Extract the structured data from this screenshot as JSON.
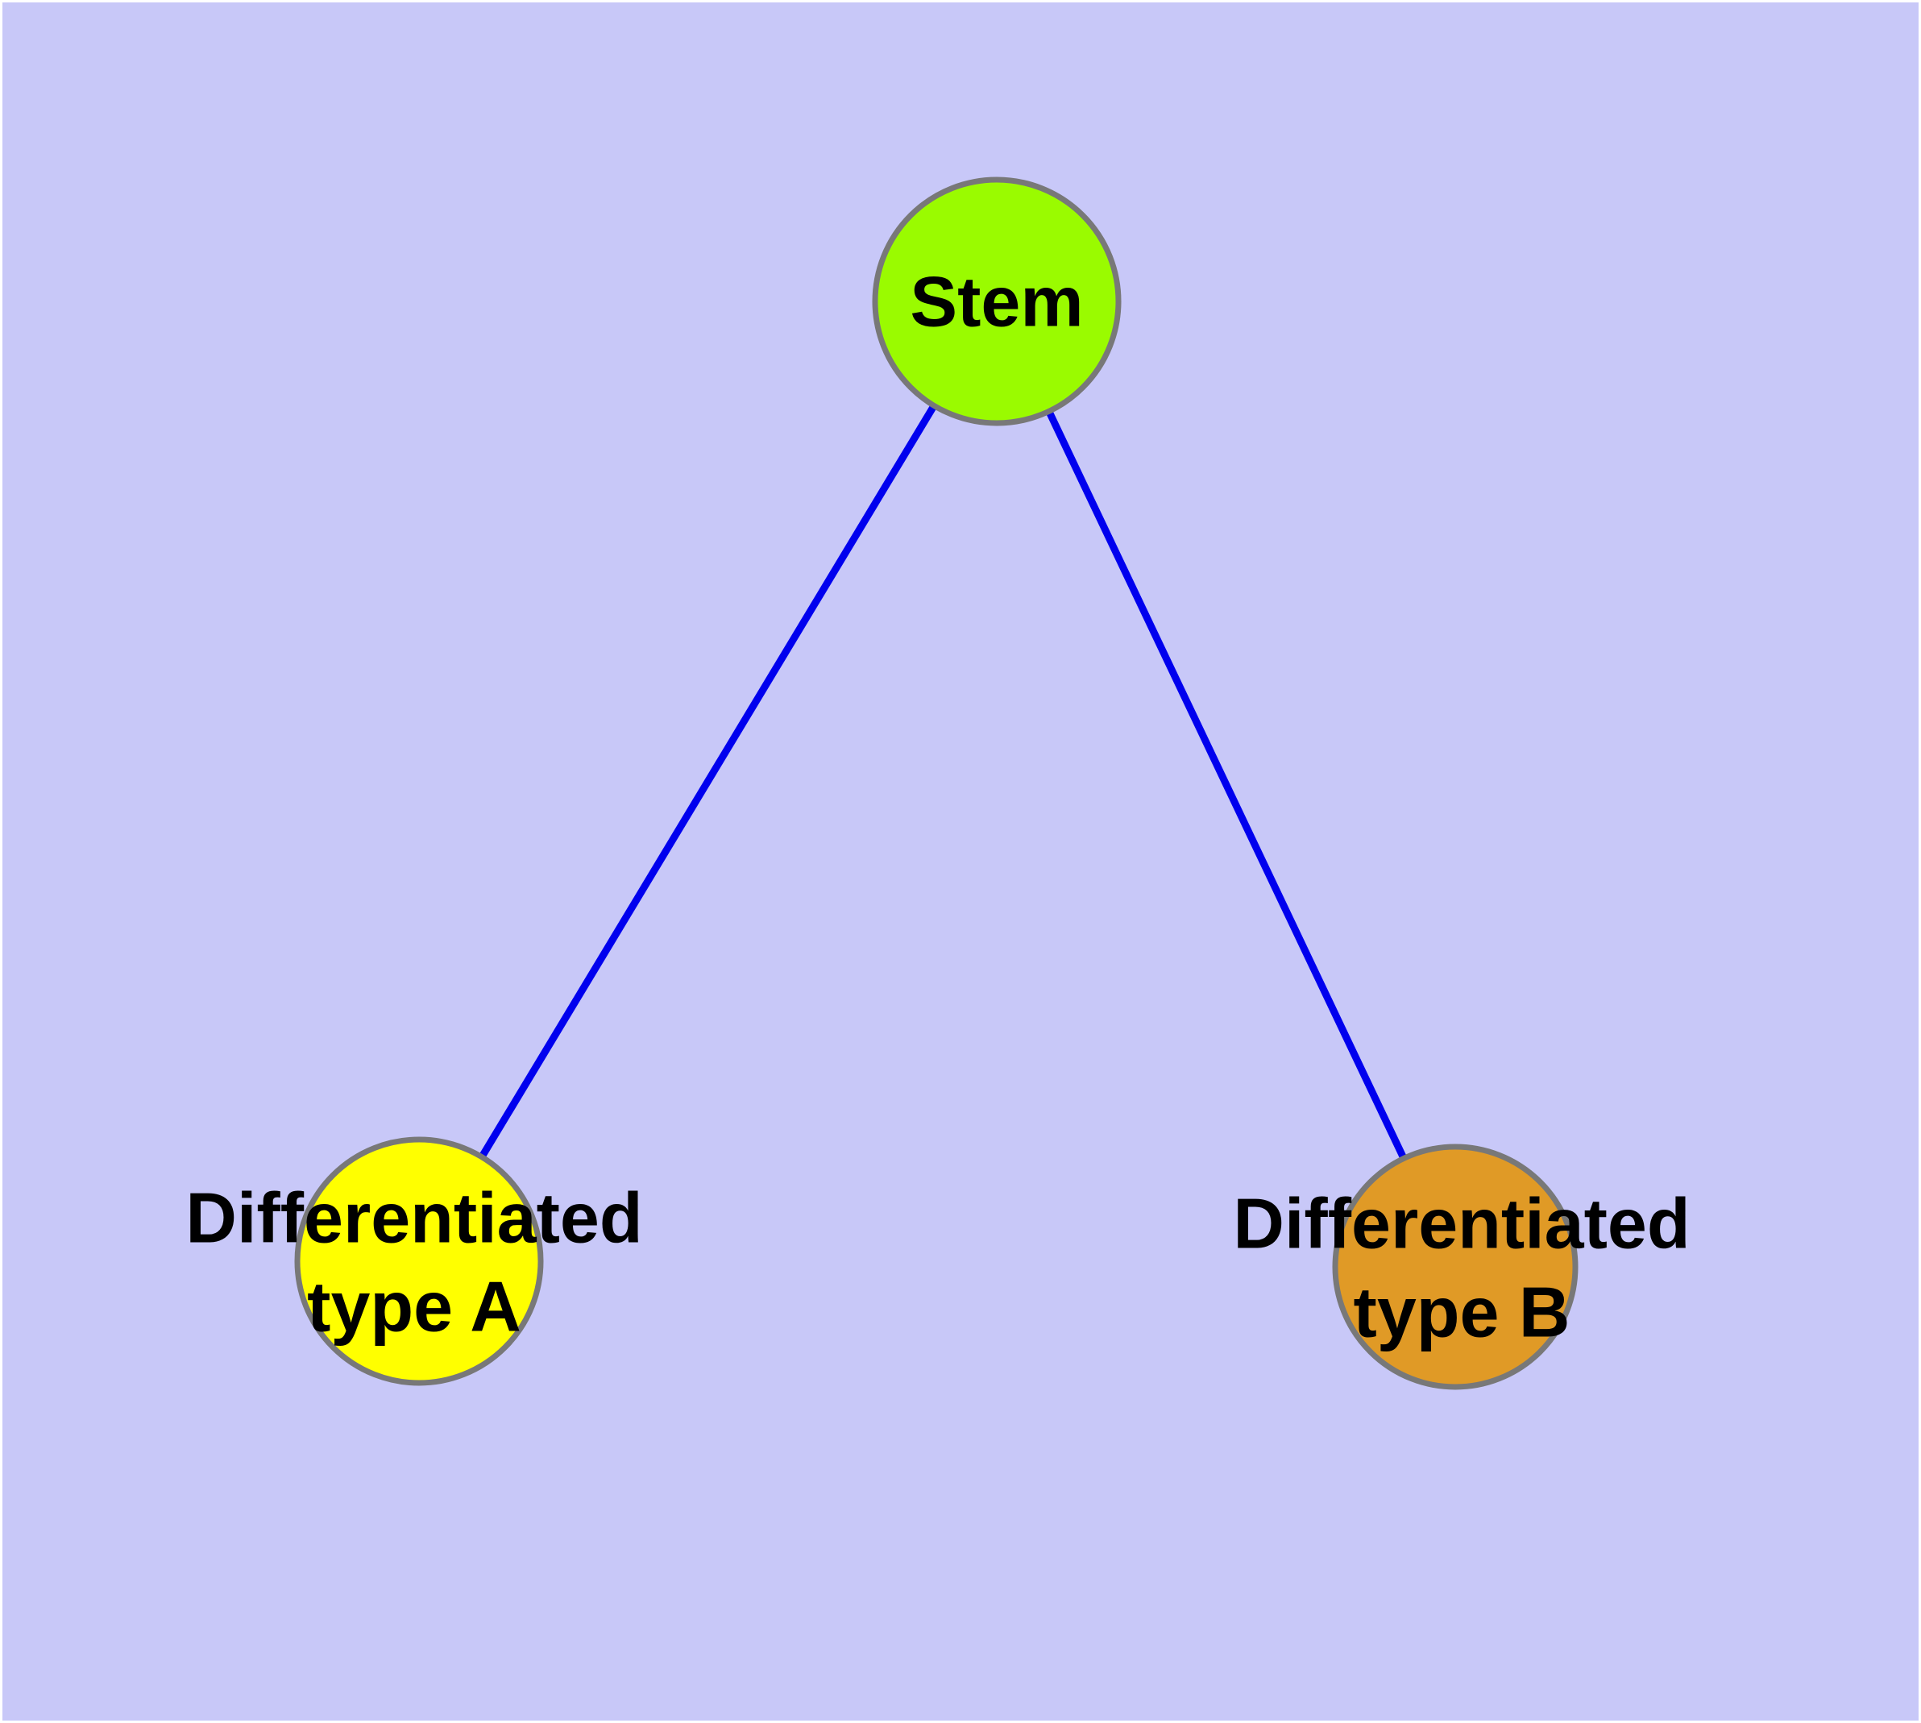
{
  "diagram": {
    "type": "node-link-graph",
    "description": "Cell differentiation hierarchy: one stem node branching to two differentiated cell type nodes",
    "nodes": {
      "stem": {
        "label": "Stem",
        "fill": "#9AFB00"
      },
      "typeA": {
        "label_line1": "Differentiated",
        "label_line2": "type A",
        "fill": "#FFFF00"
      },
      "typeB": {
        "label_line1": "Differentiated",
        "label_line2": "type B",
        "fill": "#E09A26"
      }
    },
    "edges": [
      {
        "from": "Stem",
        "to": "Differentiated type A"
      },
      {
        "from": "Stem",
        "to": "Differentiated type B"
      }
    ],
    "colors": {
      "background": "#C8C8F8",
      "page_margin": "#FFFFFF",
      "edge": "#0000EE",
      "node_border": "#787878",
      "label_text": "#000000"
    }
  }
}
